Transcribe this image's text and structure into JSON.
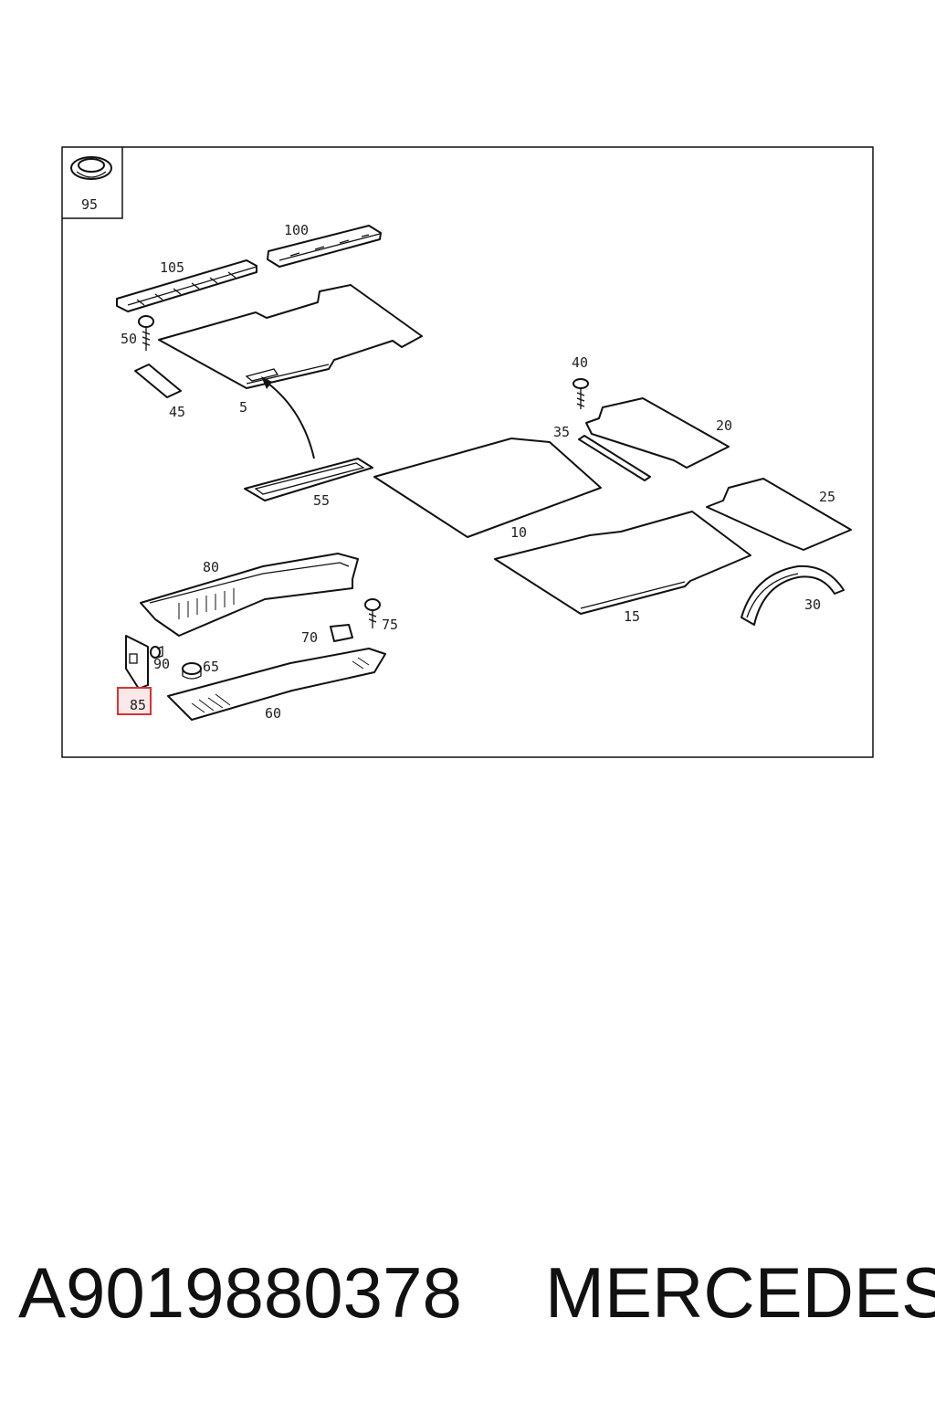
{
  "diagram": {
    "callouts": {
      "c95": "95",
      "c100": "100",
      "c105": "105",
      "c50": "50",
      "c45": "45",
      "c5": "5",
      "c40": "40",
      "c35": "35",
      "c20": "20",
      "c55": "55",
      "c10": "10",
      "c25": "25",
      "c80": "80",
      "c75": "75",
      "c70": "70",
      "c90": "90",
      "c65": "65",
      "c15": "15",
      "c30": "30",
      "c85": "85",
      "c60": "60"
    },
    "highlighted_callout": "85",
    "highlight_color": "#e03030"
  },
  "footer": {
    "part_number": "A9019880378",
    "brand": "MERCEDES"
  }
}
